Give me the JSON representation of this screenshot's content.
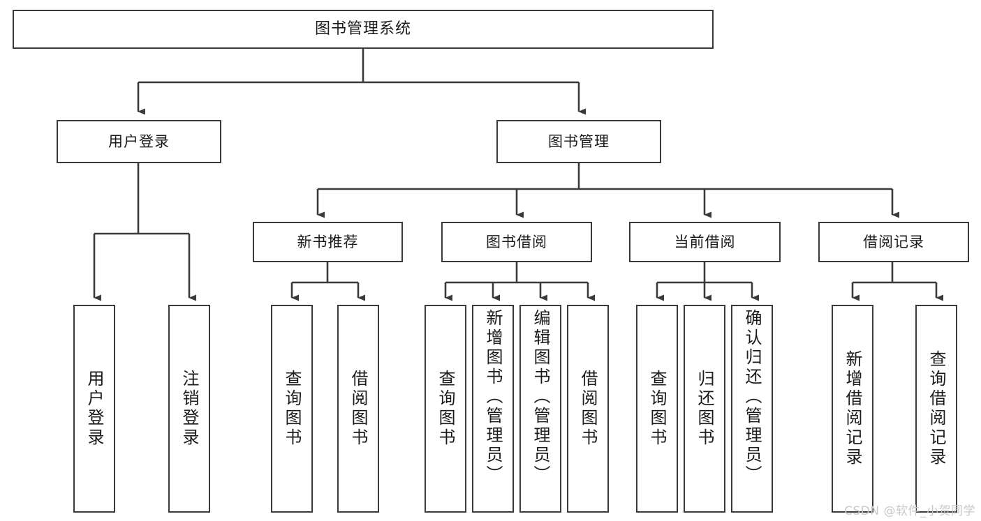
{
  "diagram": {
    "title_node": {
      "label": "图书管理系统"
    },
    "level2": [
      {
        "label": "用户登录"
      },
      {
        "label": "图书管理"
      }
    ],
    "level3": [
      {
        "label": "新书推荐"
      },
      {
        "label": "图书借阅"
      },
      {
        "label": "当前借阅"
      },
      {
        "label": "借阅记录"
      }
    ],
    "leaves": {
      "user_login": [
        {
          "label": "用户登录"
        },
        {
          "label": "注销登录"
        }
      ],
      "new_book_recommend": [
        {
          "label": "查询图书"
        },
        {
          "label": "借阅图书"
        }
      ],
      "book_borrow": [
        {
          "label": "查询图书"
        },
        {
          "label": "新增图书（管理员）"
        },
        {
          "label": "编辑图书（管理员）"
        },
        {
          "label": "借阅图书"
        }
      ],
      "current_borrow": [
        {
          "label": "查询图书"
        },
        {
          "label": "归还图书"
        },
        {
          "label": "确认归还（管理员）"
        }
      ],
      "borrow_record": [
        {
          "label": "新增借阅记录"
        },
        {
          "label": "查询借阅记录"
        }
      ]
    }
  },
  "watermark": {
    "text": "CSDN @软件_小贺同学"
  },
  "colors": {
    "stroke": "#3a3a3a",
    "background": "#ffffff",
    "text": "#1b1b1b",
    "watermark": "#c9c9c9"
  }
}
